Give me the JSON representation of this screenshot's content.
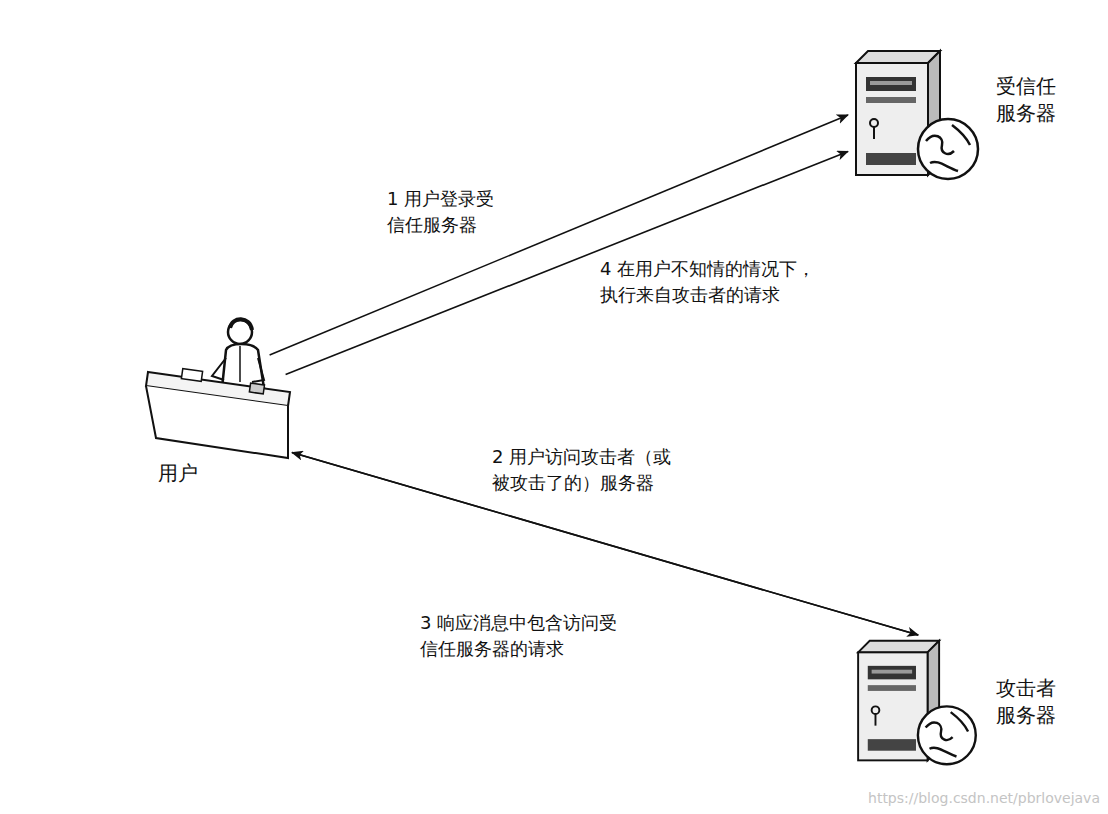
{
  "diagram": {
    "nodes": [
      {
        "text": [
          "受信任 服务器"
        ]
      },
      {
        "text": [
          "用户"
        ]
      },
      {
        "text": [
          "攻击者 服务器"
        ]
      }
    ],
    "edges": [
      {
        "from": 1,
        "to": 0,
        "arrow": "to",
        "label": "1 用户登录受 信任服务器"
      },
      {
        "from": 1,
        "to": 0,
        "arrow": "to",
        "label": "4 在用户不知情的情况下， 执行来自攻击者的请求"
      },
      {
        "from": 1,
        "to": 2,
        "arrow": "to",
        "label": "2 用户访问攻击者（或 被攻击了的）服务器"
      },
      {
        "from": 2,
        "to": 1,
        "arrow": "to",
        "label": "3 响应消息中包含访问受 信任服务器的请求"
      }
    ],
    "labels": [
      "https://blog.csdn.net/pbrlovejava"
    ]
  }
}
